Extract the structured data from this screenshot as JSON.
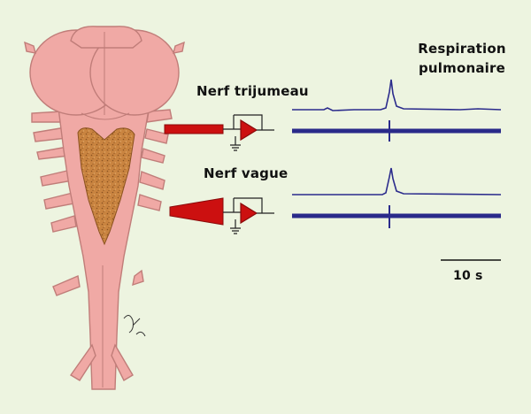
{
  "labels": {
    "respiration_line1": "Respiration",
    "respiration_line2": "pulmonaire",
    "nerve_trigeminal": "Nerf trijumeau",
    "nerve_vagus": "Nerf vague",
    "scale_bar": "10 s"
  },
  "colors": {
    "background": "#edf4e0",
    "tissue": "#f0a9a5",
    "tissue_outline": "#c07d79",
    "active_region": "#c98440",
    "electrode": "#cc1010",
    "trace": "#2b2b8c",
    "text": "#111111"
  },
  "icons": [
    "amplifier-symbol-icon",
    "ground-symbol-icon",
    "suction-electrode-icon"
  ]
}
